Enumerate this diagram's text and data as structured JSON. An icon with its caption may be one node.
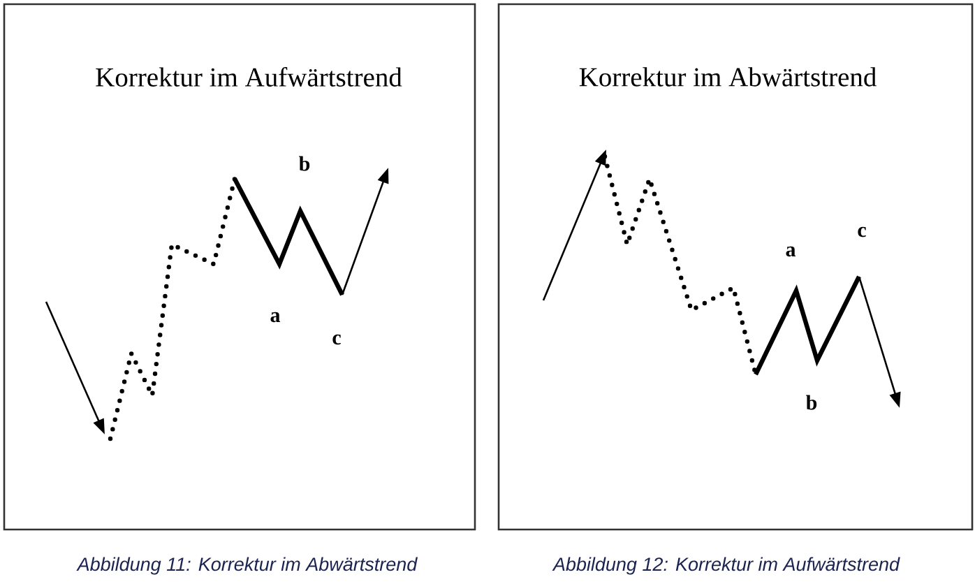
{
  "diagram": {
    "nodes": [
      {
        "text": [
          "Korrektur im Aufwärtstrend"
        ],
        "beside": [
          "Abbildung 11: Korrektur im Abwärtstrend"
        ]
      },
      {
        "text": [
          "Korrektur im Abwärtstrend"
        ],
        "beside": [
          "Abbildung 12: Korrektur im Aufwärtstrend"
        ]
      }
    ],
    "labels": [
      "b",
      "a",
      "c",
      "c",
      "a",
      "b"
    ]
  }
}
